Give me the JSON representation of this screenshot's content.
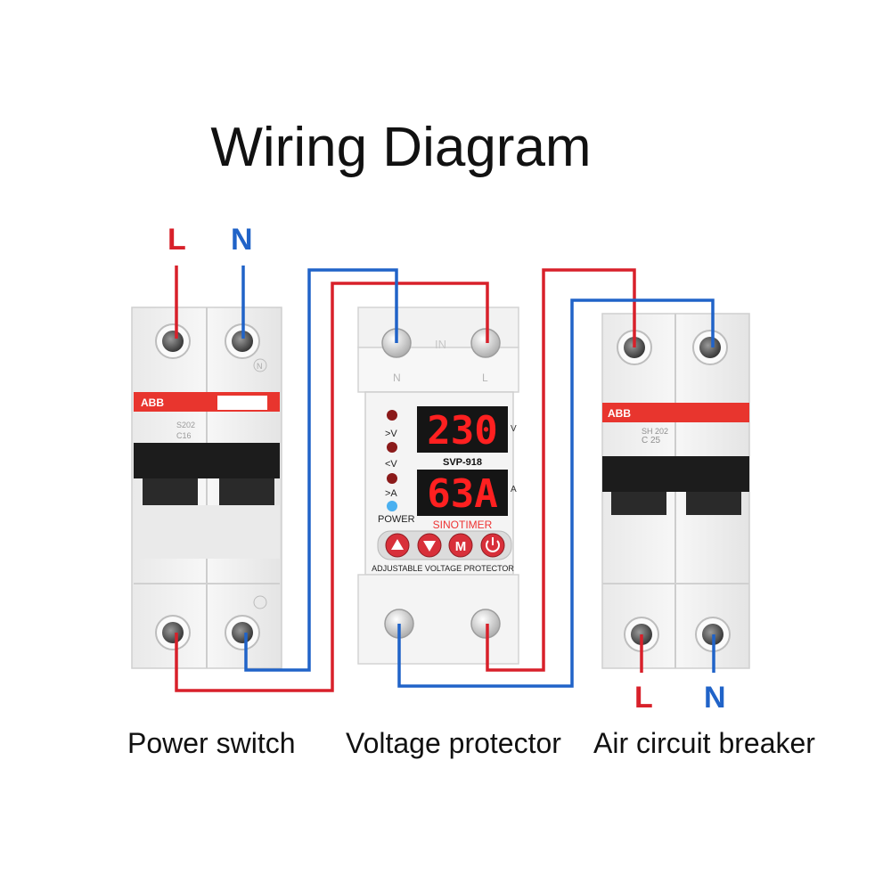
{
  "title": "Wiring Diagram",
  "colors": {
    "live_wire": "#d8202a",
    "neutral_wire": "#2063c8",
    "breaker_band": "#e8352e",
    "display_digits": "#ff2020"
  },
  "input_labels": {
    "live": "L",
    "neutral": "N"
  },
  "output_labels": {
    "live": "L",
    "neutral": "N"
  },
  "power_switch": {
    "caption": "Power switch",
    "brand": "ABB",
    "rating": "C16",
    "model": "S202",
    "terminal_mark": "N"
  },
  "voltage_protector": {
    "caption": "Voltage protector",
    "terminal_top_left": "N",
    "terminal_top_right": "L",
    "terminal_top_mid": "IN",
    "voltage_reading": "230",
    "voltage_unit": "V",
    "current_reading": "63A",
    "current_unit": "A",
    "model": "SVP-918",
    "brand": "SINOTIMER",
    "indicator_over_voltage": ">V",
    "indicator_under_voltage": "<V",
    "indicator_over_current": ">A",
    "power_label": "POWER",
    "button_m": "M",
    "product_name": "ADJUSTABLE VOLTAGE PROTECTOR"
  },
  "air_breaker": {
    "caption": "Air circuit breaker",
    "brand": "ABB",
    "model": "SH 202",
    "rating": "C 25"
  }
}
